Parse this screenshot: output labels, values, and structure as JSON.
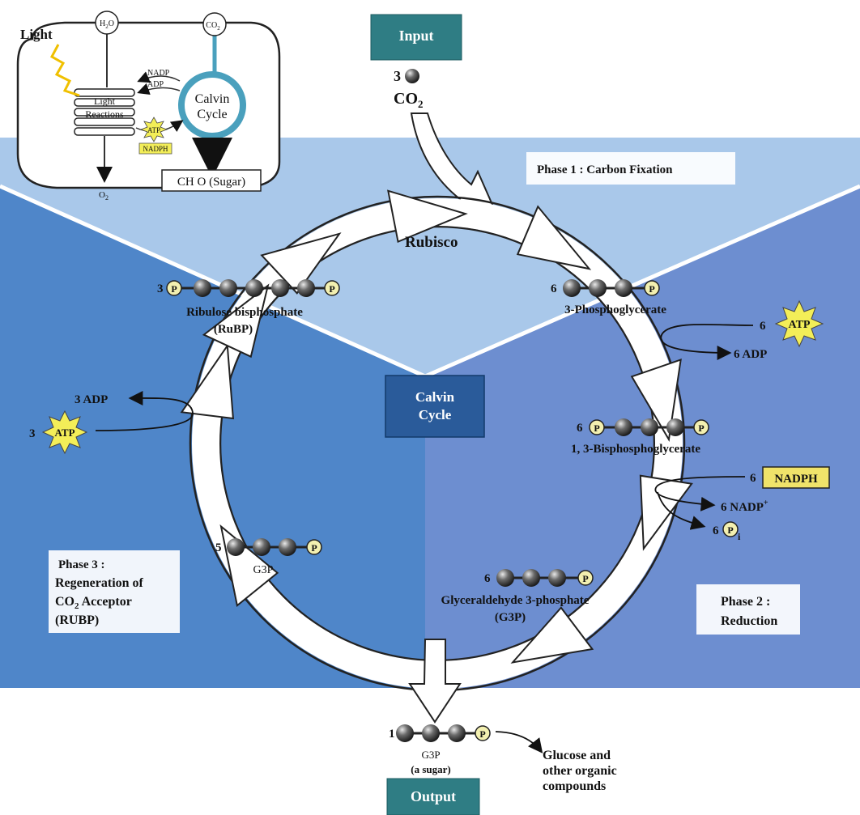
{
  "colors": {
    "left_panel": "#4f86c9",
    "right_panel": "#6d8ed0",
    "top_panel": "#9cc0e6",
    "center_box": "#2a5b9a",
    "io_box": "#2f7d84",
    "atp_star": "#f3ee58",
    "nadph_box": "#f0e36a",
    "phosphate": "#f3f0b0",
    "carbon": "#555555",
    "arrow_fill": "#ffffff"
  },
  "icons": {
    "carbon_atom": "gray-sphere-icon",
    "phosphate": "p-circle-icon",
    "atp": "yellow-star-icon",
    "light": "lightning-bolt-icon"
  },
  "inset": {
    "light": "Light",
    "h2o": "H2O",
    "h2o_base": "H",
    "h2o_sub": "2",
    "h2o_end": "O",
    "co2": "CO2",
    "co2_base": "CO",
    "co2_sub": "2",
    "nadp": "NADP",
    "adp": "ADP",
    "light_reactions_l1": "Light",
    "light_reactions_l2": "Reactions",
    "calvin_l1": "Calvin",
    "calvin_l2": "Cycle",
    "atp": "ATP",
    "nadph": "NADPH",
    "o2_base": "O",
    "o2_sub": "2",
    "sugar": "CH O (Sugar)"
  },
  "input": {
    "label": "Input",
    "count": "3",
    "molecule_base": "CO",
    "molecule_sub": "2"
  },
  "output": {
    "label": "Output"
  },
  "enzyme": "Rubisco",
  "center": {
    "line1": "Calvin",
    "line2": "Cycle"
  },
  "phases": {
    "phase1": "Phase 1 : Carbon Fixation",
    "phase2_l1": "Phase 2 :",
    "phase2_l2": "Reduction",
    "phase3_l1": "Phase 3 :",
    "phase3_l2": "Regeneration of",
    "phase3_l3_base": "CO",
    "phase3_l3_sub": "2",
    "phase3_l3_end": " Acceptor",
    "phase3_l4": "(RUBP)"
  },
  "molecules": {
    "rubp": {
      "count": "3",
      "name_l1": "Ribulose bisphosphate",
      "name_l2": "(RuBP)"
    },
    "pga": {
      "count": "6",
      "name": "3-Phosphoglycerate"
    },
    "bpg": {
      "count": "6",
      "name": "1, 3-Bisphosphoglycerate"
    },
    "g3p6": {
      "count": "6",
      "name_l1": "Glyceraldehyde 3-phosphate",
      "name_l2": "(G3P)"
    },
    "g3p5": {
      "count": "5",
      "name": "G3P"
    },
    "g3p1": {
      "count": "1",
      "name_l1": "G3P",
      "name_l2": "(a sugar)"
    }
  },
  "phosphate_symbol": "P",
  "pi_sub": "i",
  "cofactors": {
    "atp_in_count": "6",
    "atp_label": "ATP",
    "adp_out": "6 ADP",
    "nadph_in_count": "6",
    "nadph_label": "NADPH",
    "nadp_out": "6 NADP",
    "nadp_sup": "+",
    "pi_out_count": "6",
    "regen_adp": "3 ADP",
    "regen_atp_count": "3",
    "regen_atp_label": "ATP"
  },
  "products": {
    "line1": "Glucose and",
    "line2": "other organic",
    "line3": "compounds"
  }
}
